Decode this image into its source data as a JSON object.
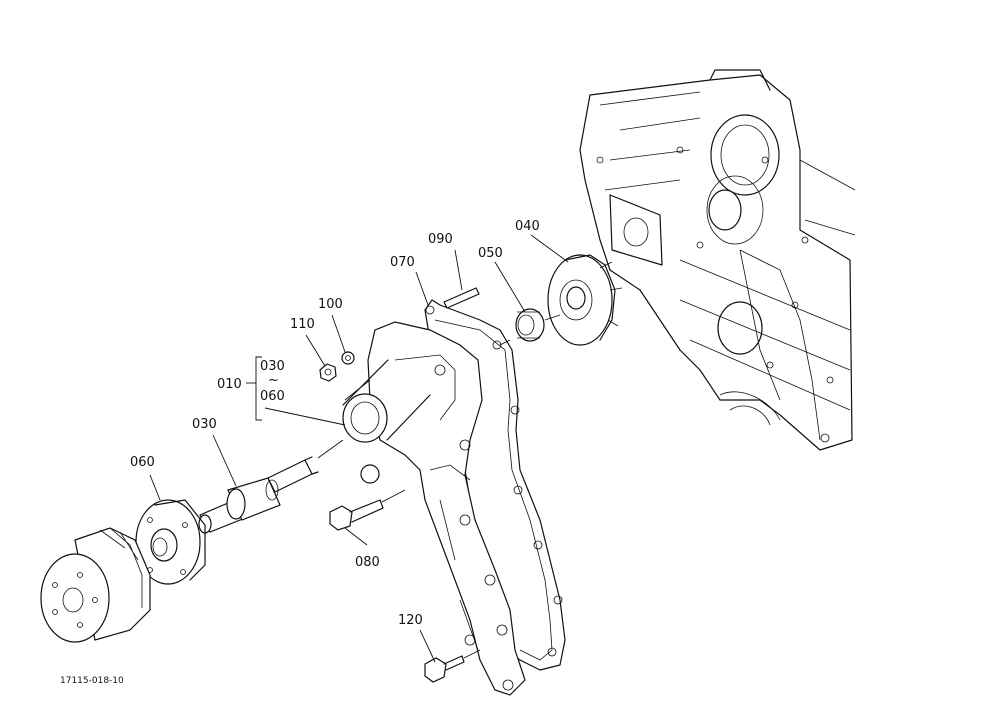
{
  "labels": {
    "p010": "010",
    "p030_top": "030",
    "p030_tilde": "~",
    "p060_top": "060",
    "p030": "030",
    "p060": "060",
    "p070": "070",
    "p090": "090",
    "p050": "050",
    "p040": "040",
    "p100": "100",
    "p110": "110",
    "p080": "080",
    "p120": "120"
  },
  "drawing_code": "17115-018-10"
}
